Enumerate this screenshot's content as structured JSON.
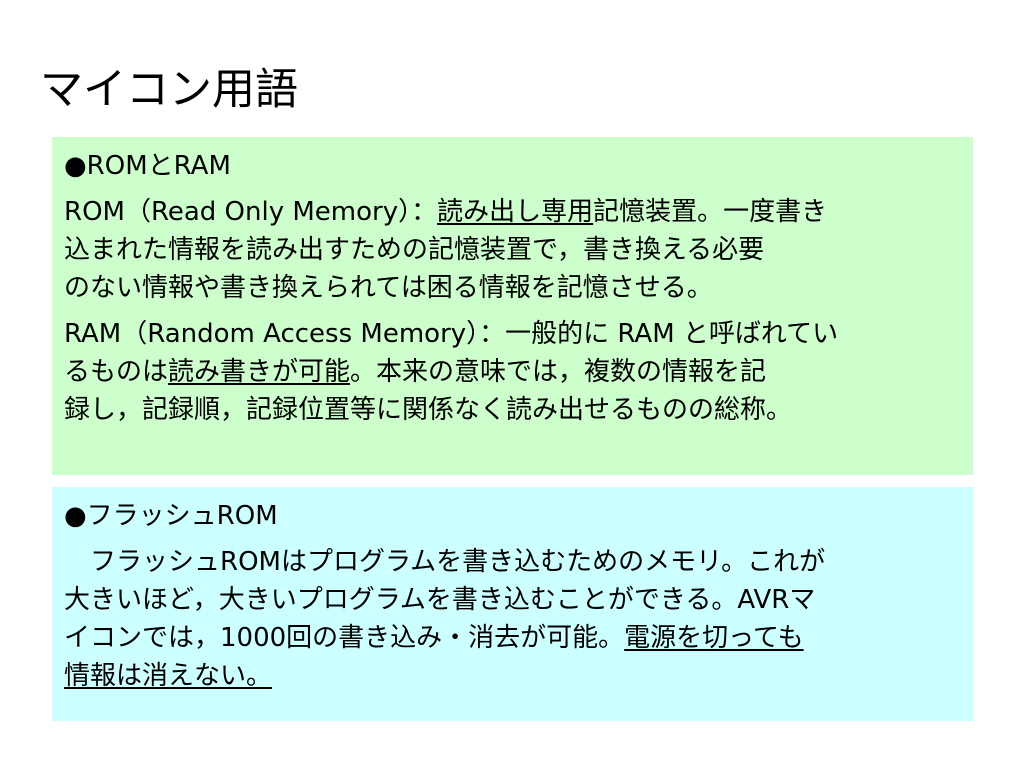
{
  "title": "マイコン用語",
  "colors": {
    "rom_ram_box": "#ccffcc",
    "flash_box": "#ccffff",
    "text": "#000000"
  },
  "rom_ram": {
    "heading": "●ROMとRAM",
    "rom": {
      "line1_prefix": "ROM（Read Only Memory）：",
      "line1_underline": "読み出し専用",
      "line1_suffix": "記憶装置。一度書き",
      "line2": "込まれた情報を読み出すための記憶装置で，書き換える必要",
      "line3": "のない情報や書き換えられては困る情報を記憶させる。"
    },
    "ram": {
      "line1": "RAM（Random Access Memory）：一般的に RAM と呼ばれてい",
      "line2_prefix": "るものは",
      "line2_underline": "読み書きが可能",
      "line2_suffix": "。本来の意味では，複数の情報を記",
      "line3": "録し，記録順，記録位置等に関係なく読み出せるものの総称。"
    }
  },
  "flash": {
    "heading": "●フラッシュROM",
    "line1": "　フラッシュROMはプログラムを書き込むためのメモリ。これが",
    "line2": "大きいほど，大きいプログラムを書き込むことができる。AVRマ",
    "line3_prefix": "イコンでは，1000回の書き込み・消去が可能。",
    "line3_underline": "電源を切っても",
    "line4_underline": "情報は消えない。"
  }
}
